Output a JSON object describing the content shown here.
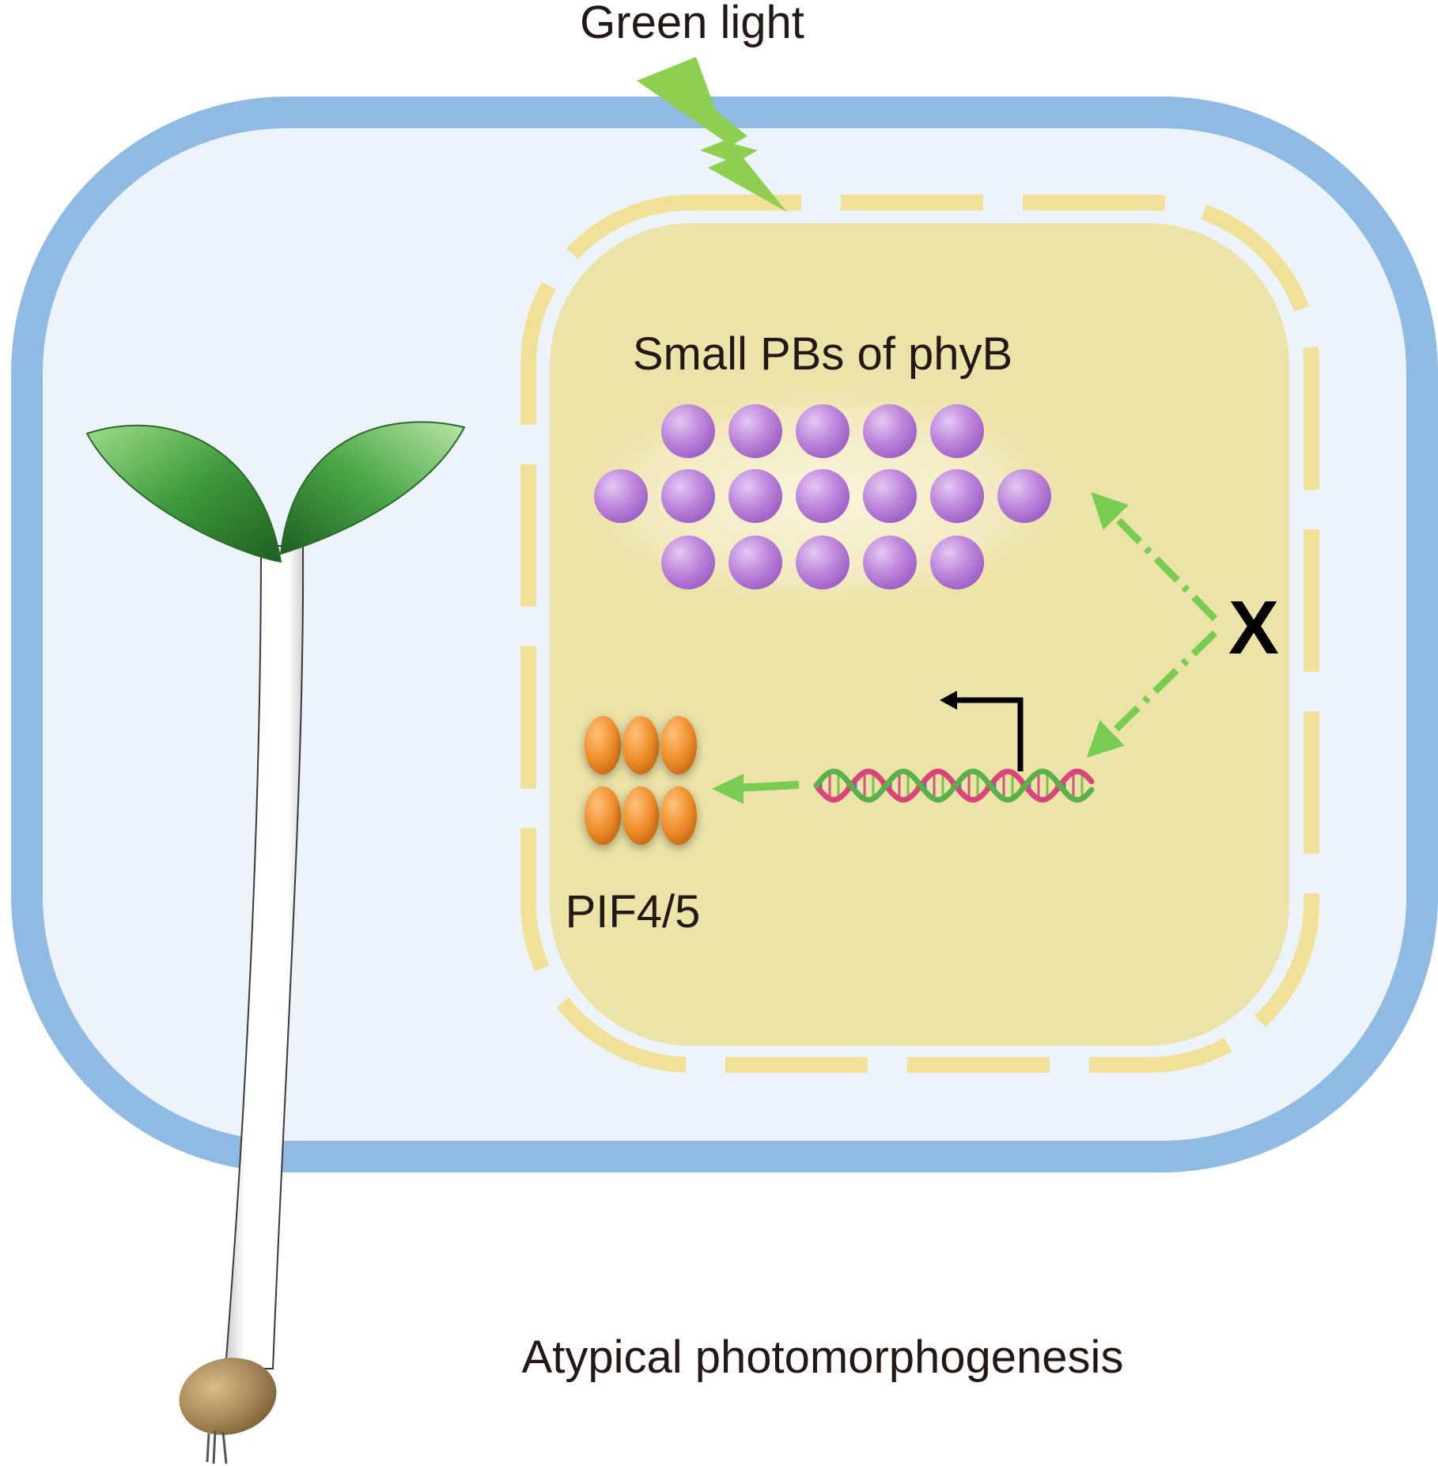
{
  "labels": {
    "stimulus": "Green light",
    "condensates": "Small PBs of phyB",
    "factor": "X",
    "protein": "PIF4/5",
    "phenotype": "Atypical photomorphogenesis"
  },
  "icons": {
    "stimulus": "lightning-bolt-icon",
    "seedling": "seedling-icon",
    "gene": "dna-double-helix-icon",
    "promoter": "transcription-start-arrow-icon"
  },
  "colors": {
    "cell_wall": "#8fbae3",
    "cytoplasm": "#edf3fa",
    "nucleus": "#ece3a8",
    "nuclear_envelope": "#f1e198",
    "lightning": "#8fcf4f",
    "phyB_body": "#b57cd6",
    "pif_protein": "#e8892a",
    "arrow": "#78cc52",
    "leaf": "#3f9a3c",
    "seed": "#a88a5a",
    "text": "#231815"
  },
  "diagram": {
    "phyB_body_count": 17,
    "pif_protein_count": 6
  }
}
